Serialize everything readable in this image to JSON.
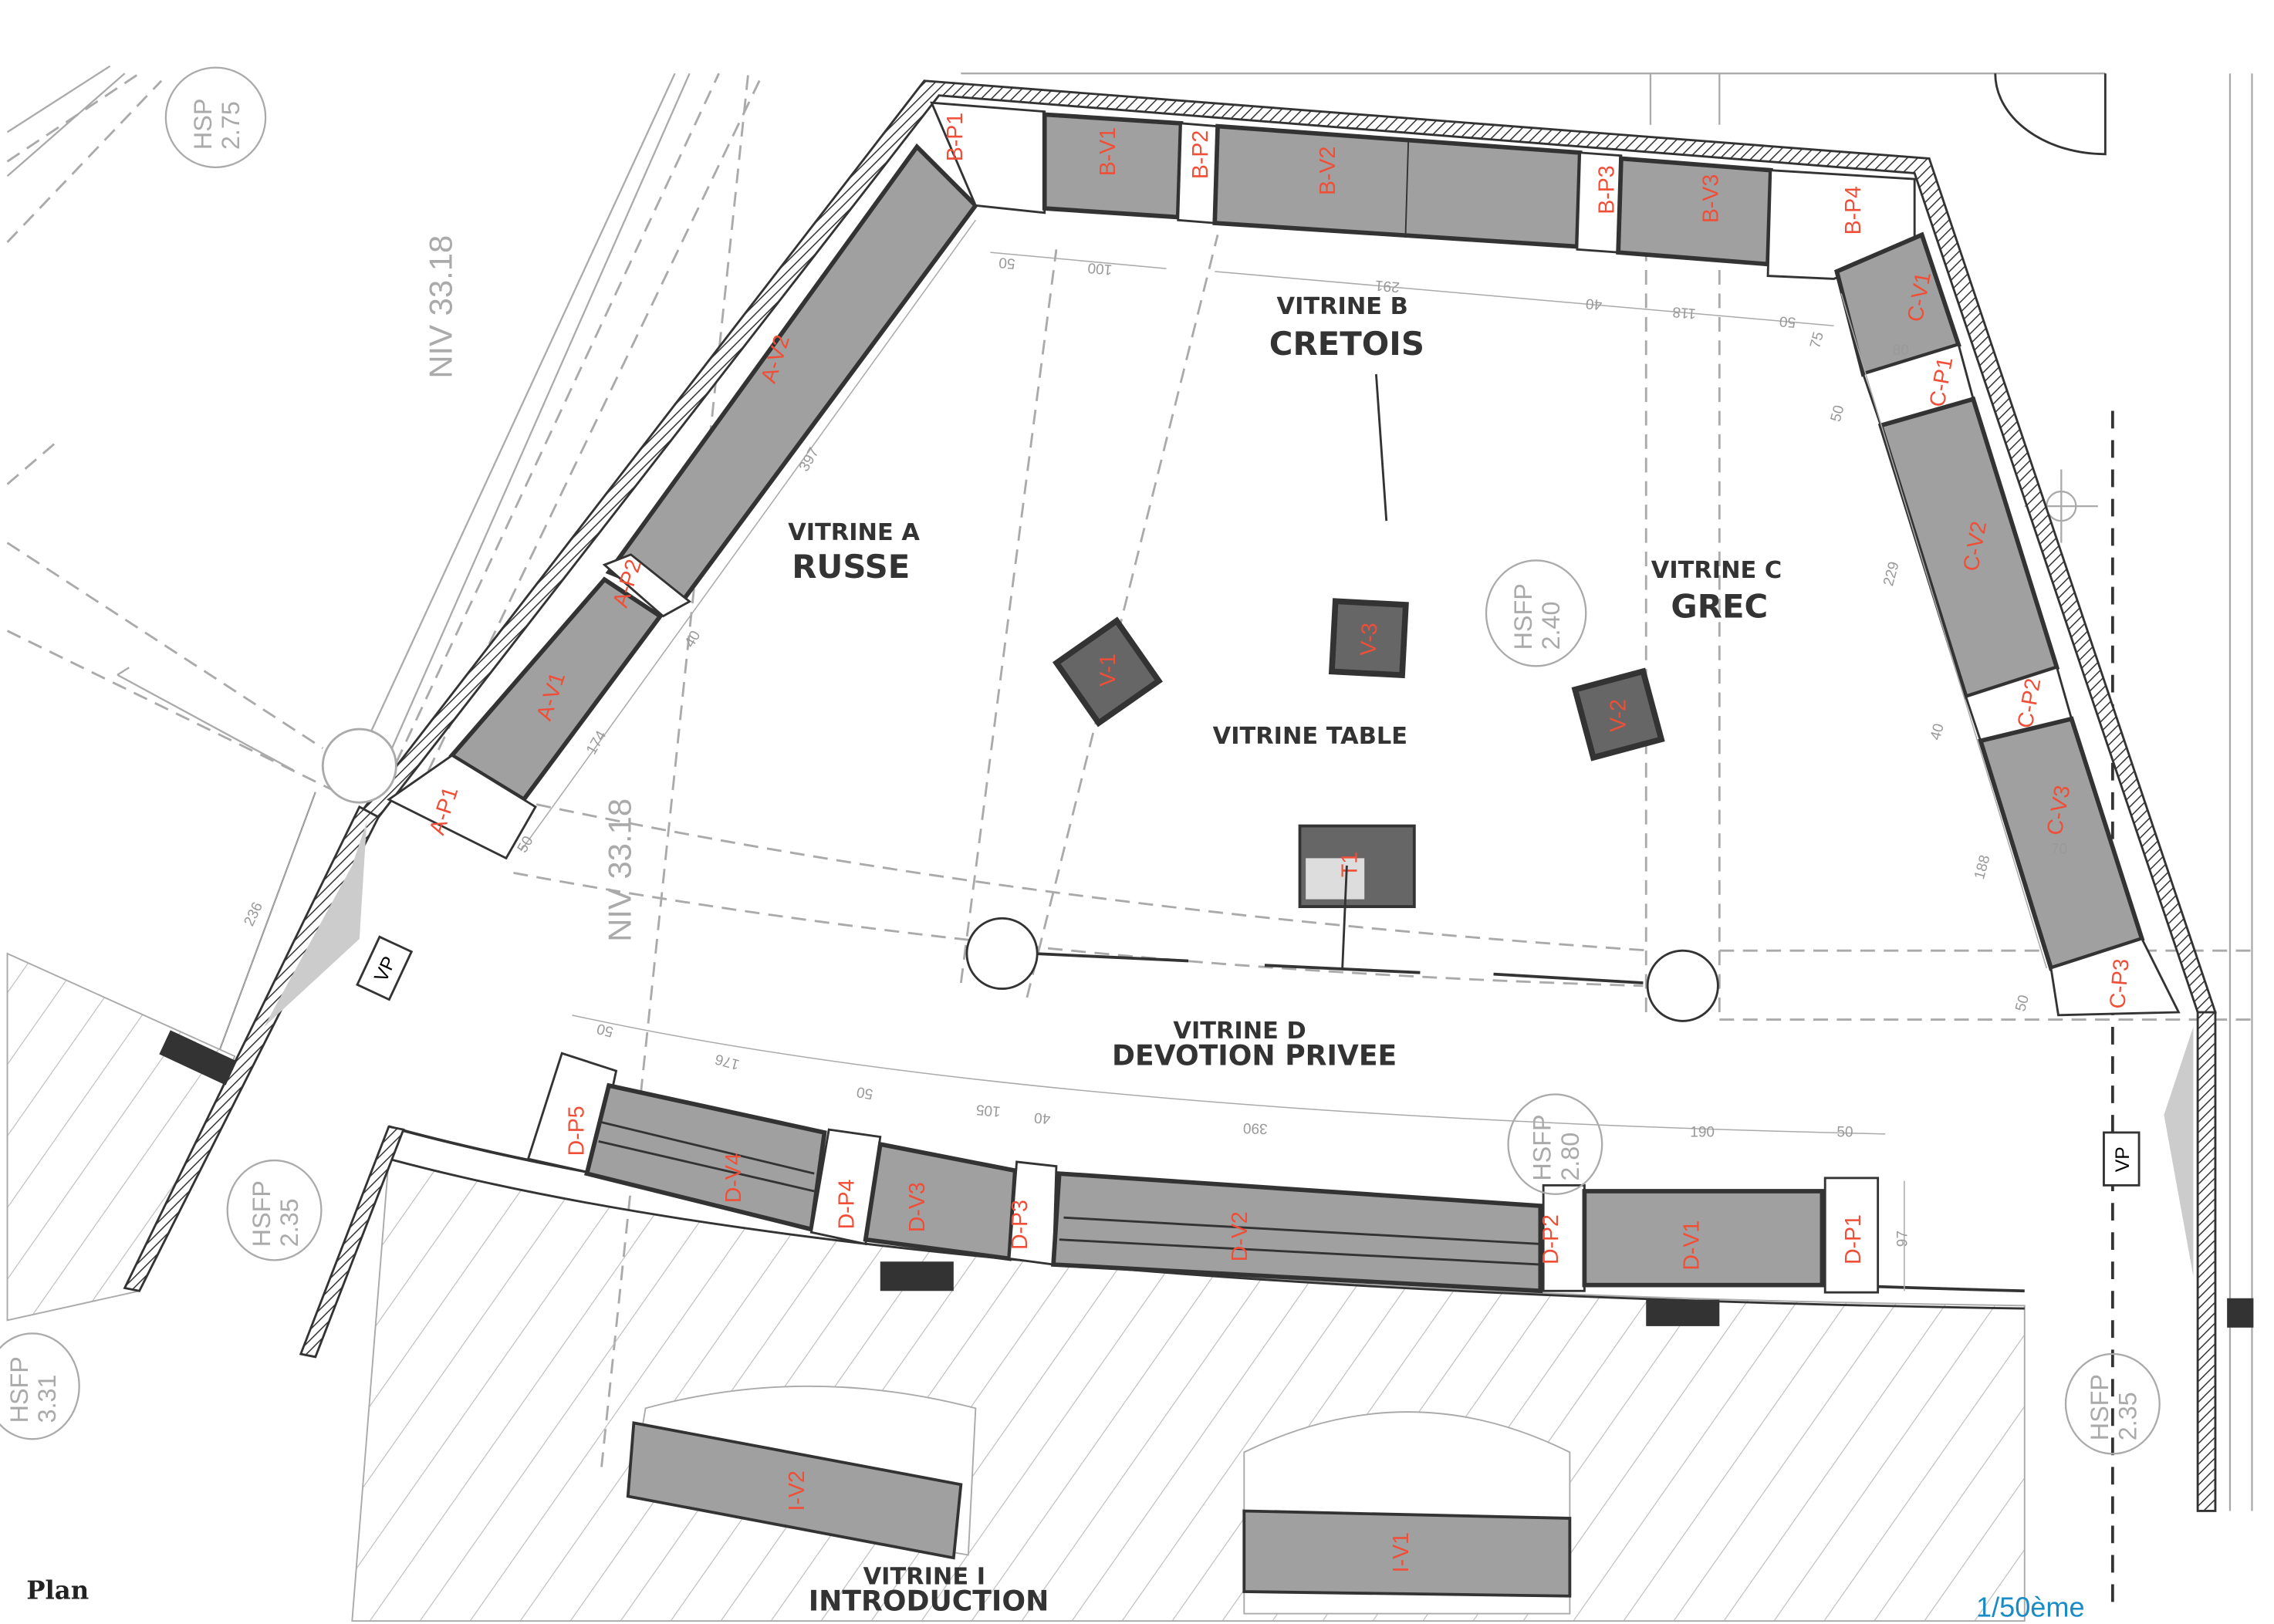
{
  "sections": {
    "a": {
      "line1": "VITRINE A",
      "line2": "RUSSE"
    },
    "b": {
      "line1": "VITRINE B",
      "line2": "CRETOIS"
    },
    "c": {
      "line1": "VITRINE C",
      "line2": "GREC"
    },
    "table": {
      "line1": "VITRINE TABLE"
    },
    "d": {
      "line1": "VITRINE D",
      "line2": "DEVOTION PRIVEE"
    },
    "i": {
      "line1": "VITRINE I",
      "line2": "INTRODUCTION"
    }
  },
  "cases": {
    "a_v1": "A-V1",
    "a_v2": "A-V2",
    "a_p1": "A-P1",
    "a_p2": "A-P2",
    "b_p1": "B-P1",
    "b_v1": "B-V1",
    "b_p2": "B-P2",
    "b_v2": "B-V2",
    "b_p3": "B-P3",
    "b_v3": "B-V3",
    "b_p4": "B-P4",
    "c_v1": "C-V1",
    "c_p1": "C-P1",
    "c_v2": "C-V2",
    "c_p2": "C-P2",
    "c_v3": "C-V3",
    "c_p3": "C-P3",
    "d_p1": "D-P1",
    "d_v1": "D-V1",
    "d_p2": "D-P2",
    "d_v2": "D-V2",
    "d_p3": "D-P3",
    "d_v3": "D-V3",
    "d_p4": "D-P4",
    "d_v4": "D-V4",
    "d_p5": "D-P5",
    "v1": "V-1",
    "v2": "V-2",
    "v3": "V-3",
    "t1": "T1",
    "i_v1": "I-V1",
    "i_v2": "I-V2"
  },
  "heights": {
    "hsp_275": {
      "label": "HSP",
      "value": "2.75"
    },
    "hsfp_240": {
      "label": "HSFP",
      "value": "2.40"
    },
    "hsfp_280": {
      "label": "HSFP",
      "value": "2.80"
    },
    "hsfp_235a": {
      "label": "HSFP",
      "value": "2.35"
    },
    "hsfp_331": {
      "label": "HSFP",
      "value": "3.31"
    },
    "hsfp_235b": {
      "label": "HSFP",
      "value": "2.35"
    }
  },
  "levels": {
    "niv1": "NIV  33.18",
    "niv2": "NIV  33.18"
  },
  "dimensions": {
    "d50a": "50",
    "d100": "100",
    "d397": "397",
    "d40a": "40",
    "d174": "174",
    "d50b": "50",
    "d236": "236",
    "d291": "291",
    "d40b": "40",
    "d118": "118",
    "d50c": "50",
    "d75": "75",
    "d50d": "50",
    "d229": "229",
    "d40c": "40",
    "d188": "188",
    "d70": "70",
    "d50e": "50",
    "d80": "80",
    "d50f": "50",
    "d176": "176",
    "d50g": "50",
    "d105": "105",
    "d40d": "40",
    "d390": "390",
    "d190": "190",
    "d50h": "50",
    "d97": "97"
  },
  "markers": {
    "vp1": "VP",
    "vp2": "VP"
  },
  "footer": {
    "plan": "Plan",
    "scale": "1/50ème"
  },
  "colors": {
    "label_red": "#f04e37",
    "scale_blue": "#1a8bc4",
    "case_grey": "#a0a0a0"
  }
}
